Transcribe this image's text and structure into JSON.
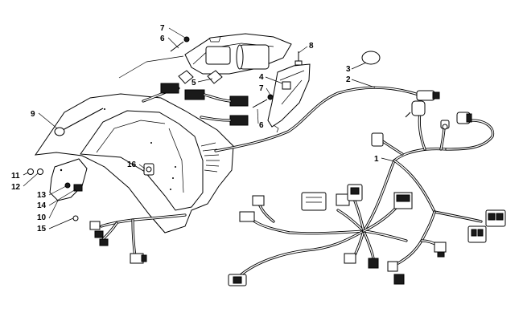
{
  "callouts": [
    {
      "id": "c1",
      "label": "1"
    },
    {
      "id": "c2",
      "label": "2"
    },
    {
      "id": "c3",
      "label": "3"
    },
    {
      "id": "c4",
      "label": "4"
    },
    {
      "id": "c5",
      "label": "5"
    },
    {
      "id": "c6a",
      "label": "6"
    },
    {
      "id": "c6b",
      "label": "6"
    },
    {
      "id": "c7a",
      "label": "7"
    },
    {
      "id": "c7b",
      "label": "7"
    },
    {
      "id": "c8",
      "label": "8"
    },
    {
      "id": "c9",
      "label": "9"
    },
    {
      "id": "c10",
      "label": "10"
    },
    {
      "id": "c11",
      "label": "11"
    },
    {
      "id": "c12",
      "label": "12"
    },
    {
      "id": "c13",
      "label": "13"
    },
    {
      "id": "c14",
      "label": "14"
    },
    {
      "id": "c15",
      "label": "15"
    },
    {
      "id": "c16",
      "label": "16"
    }
  ]
}
